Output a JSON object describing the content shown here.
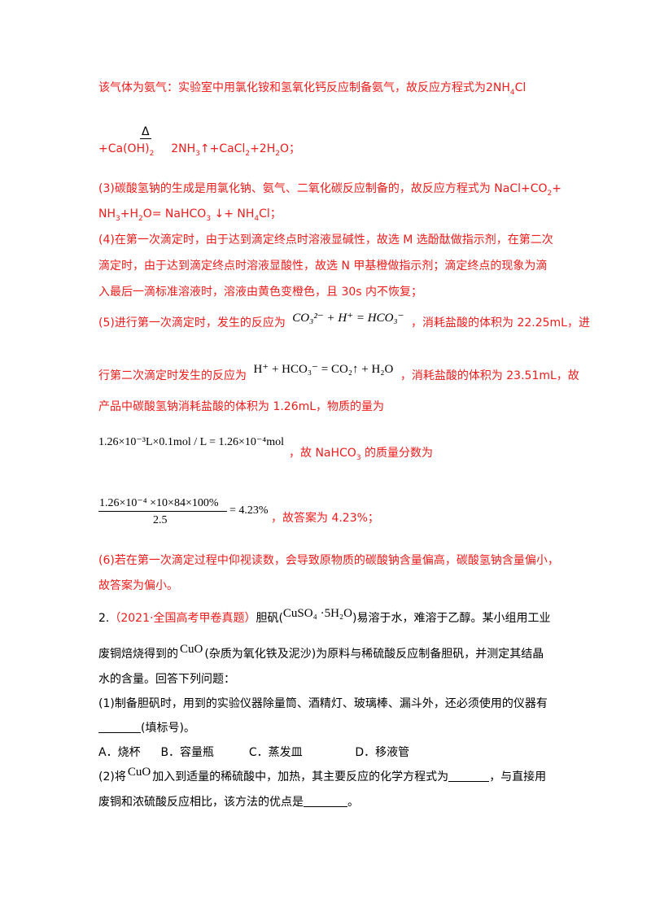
{
  "answer": {
    "line1": "该气体为氨气：实验室中用氯化铵和氢氧化钙反应制备氨气，故反应方程式为2NH",
    "line1_sub": "4",
    "line1_end": "Cl",
    "delta": "Δ",
    "line2_a": "+Ca(OH)",
    "line2_a_sub": "2",
    "line2_b": "2NH",
    "line2_b_sub": "3",
    "line2_c": "↑+CaCl",
    "line2_c_sub": "2",
    "line2_d": "+2H",
    "line2_d_sub": "2",
    "line2_e": "O；",
    "p3_l1": "(3)碳酸氢钠的生成是用氯化钠、氨气、二氧化碳反应制备的，故反应方程式为 NaCl+CO",
    "p3_l1_sub": "2",
    "p3_l1_end": "+",
    "p3_l2_a": "NH",
    "p3_l2_a_sub": "3",
    "p3_l2_b": "+H",
    "p3_l2_b_sub": "2",
    "p3_l2_c": "O= NaHCO",
    "p3_l2_c_sub": "3",
    "p3_l2_d": " ↓+ NH",
    "p3_l2_d_sub": "4",
    "p3_l2_e": "Cl；",
    "p4_l1": "(4)在第一次滴定时，由于达到滴定终点时溶液显碱性，故选 M 选酚酞做指示剂，在第二次",
    "p4_l2": "滴定时，由于达到滴定终点时溶液显酸性，故选 N 甲基橙做指示剂；滴定终点的现象为滴",
    "p4_l3": "入最后一滴标准溶液时，溶液由黄色变橙色，且 30s 内不恢复；",
    "p5_l1_a": "(5)进行第一次滴定时，发生的反应为",
    "p5_l1_b": "，消耗盐酸的体积为 22.25mL，进",
    "eq1": "CO₃²⁻ + H⁺ = HCO₃⁻",
    "p5_l2_a": "行第二次滴定时发生的反应为",
    "p5_l2_b": "，消耗盐酸的体积为 23.51mL，故",
    "eq2": "H⁺ + HCO₃⁻ = CO₂↑ + H₂O",
    "p5_l3": "产品中碳酸氢钠消耗盐酸的体积为 1.26mL，物质的量为",
    "eq3": "1.26×10⁻³L×0.1mol / L = 1.26×10⁻⁴mol",
    "p5_l4_a": "，故 NaHCO",
    "p5_l4_a_sub": "3",
    "p5_l4_b": " 的质量分数为",
    "frac_num": "1.26×10⁻⁴ ×10×84×100%",
    "frac_den": "2.5",
    "frac_res": "= 4.23%",
    "p5_l5": "，故答案为 4.23%；",
    "p6_l1": "(6)若在第一次滴定过程中仰视读数，会导致原物质的碳酸钠含量偏高，碳酸氢钠含量偏小，",
    "p6_l2": "故答案为偏小。"
  },
  "question": {
    "q2_num": "2.",
    "q2_source": "（2021·全国高考甲卷真题）",
    "q2_l1_a": "胆矾(",
    "q2_formula": "CuSO₄ ·5H₂O",
    "q2_l1_b": ")易溶于水，难溶于乙醇。某小组用工业",
    "q2_l2_a": "废铜焙烧得到的",
    "cuo": "CuO",
    "q2_l2_b": "(杂质为氧化铁及泥沙)为原料与稀硫酸反应制备胆矾，并测定其结晶",
    "q2_l3": "水的含量。回答下列问题：",
    "q2_1_l1": "(1)制备胆矾时，用到的实验仪器除量筒、酒精灯、玻璃棒、漏斗外，还必须使用的仪器有",
    "q2_1_l2": "(填标号)。",
    "opt_a": "A．烧杯",
    "opt_b": "B．容量瓶",
    "opt_c": "C．蒸发皿",
    "opt_d": "D．移液管",
    "q2_2_a": "(2)将",
    "q2_2_b": "加入到适量的稀硫酸中，加热，其主要反应的化学方程式为",
    "q2_2_c": "，与直接用",
    "q2_2_l2": "废铜和浓硫酸反应相比，该方法的优点是",
    "q2_2_l2_end": "。"
  }
}
